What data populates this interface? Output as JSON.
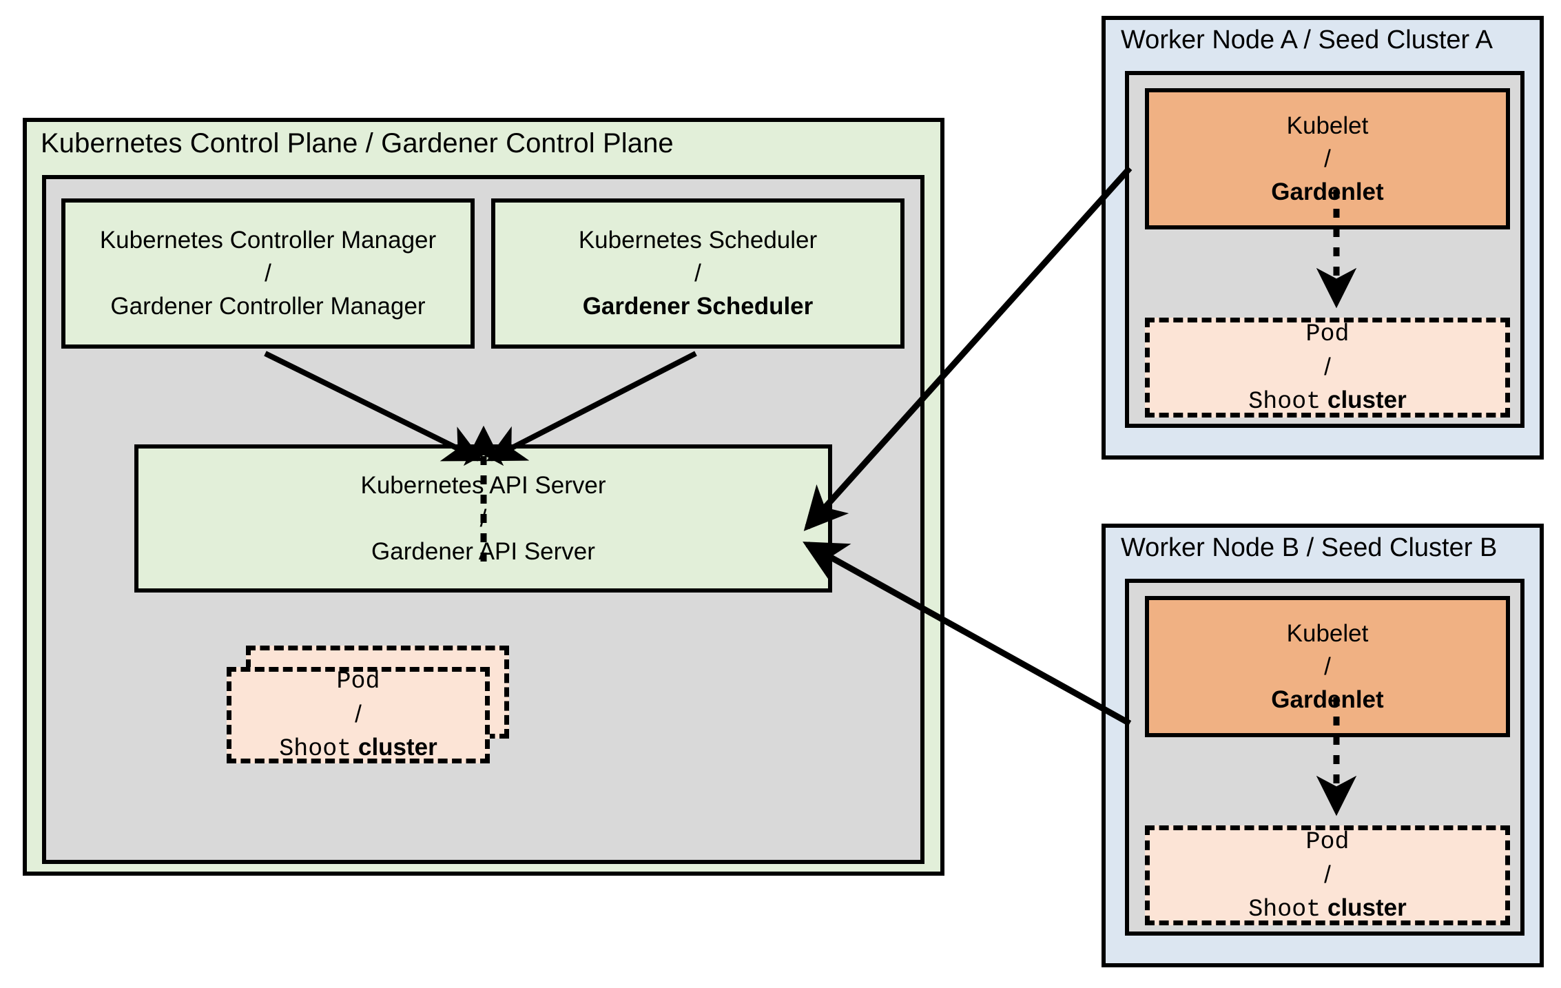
{
  "diagram": {
    "title": "Gardener architecture: Kubernetes analogy",
    "control_plane": {
      "title": "Kubernetes Control Plane / Gardener Control Plane",
      "boxes": [
        {
          "name": "controller-manager",
          "line1": "Kubernetes Controller Manager",
          "separator": "/",
          "line2": "Gardener Controller Manager",
          "line2_bold": false
        },
        {
          "name": "scheduler",
          "line1": "Kubernetes Scheduler",
          "separator": "/",
          "line2": "Gardener Scheduler",
          "line2_bold": true
        },
        {
          "name": "api-server",
          "line1": "Kubernetes API Server",
          "separator": "/",
          "line2": "Gardener API Server",
          "line2_bold": false
        }
      ],
      "pod": {
        "line1": "Pod",
        "separator": "/",
        "line2_mono": "Shoot",
        "line2_bold": "cluster",
        "stacked": true
      }
    },
    "workers": [
      {
        "title": "Worker Node A / Seed Cluster A",
        "agent": {
          "line1": "Kubelet",
          "separator": "/",
          "line2": "Gardenlet",
          "line2_bold": true
        },
        "pod": {
          "line1": "Pod",
          "separator": "/",
          "line2_mono": "Shoot",
          "line2_bold": "cluster"
        }
      },
      {
        "title": "Worker Node B / Seed Cluster B",
        "agent": {
          "line1": "Kubelet",
          "separator": "/",
          "line2": "Gardenlet",
          "line2_bold": true
        },
        "pod": {
          "line1": "Pod",
          "separator": "/",
          "line2_mono": "Shoot",
          "line2_bold": "cluster"
        }
      }
    ],
    "colors": {
      "green_fill": "#E2EFD9",
      "gray_fill": "#D9D9D9",
      "orange_fill": "#F0B183",
      "peach_fill": "#FCE4D6",
      "blue_fill": "#DCE6F1",
      "stroke": "#000000"
    },
    "connections": [
      {
        "from": "controller-manager",
        "to": "api-server",
        "style": "solid-arrow"
      },
      {
        "from": "scheduler",
        "to": "api-server",
        "style": "solid-arrow"
      },
      {
        "from": "control-plane-pod",
        "to": "api-server",
        "style": "dotted-arrow"
      },
      {
        "from": "worker-a-gardenlet",
        "to": "api-server",
        "style": "solid-arrow"
      },
      {
        "from": "worker-b-gardenlet",
        "to": "api-server",
        "style": "solid-arrow"
      },
      {
        "from": "worker-a-gardenlet",
        "to": "worker-a-pod",
        "style": "dotted-arrow"
      },
      {
        "from": "worker-b-gardenlet",
        "to": "worker-b-pod",
        "style": "dotted-arrow"
      }
    ]
  }
}
